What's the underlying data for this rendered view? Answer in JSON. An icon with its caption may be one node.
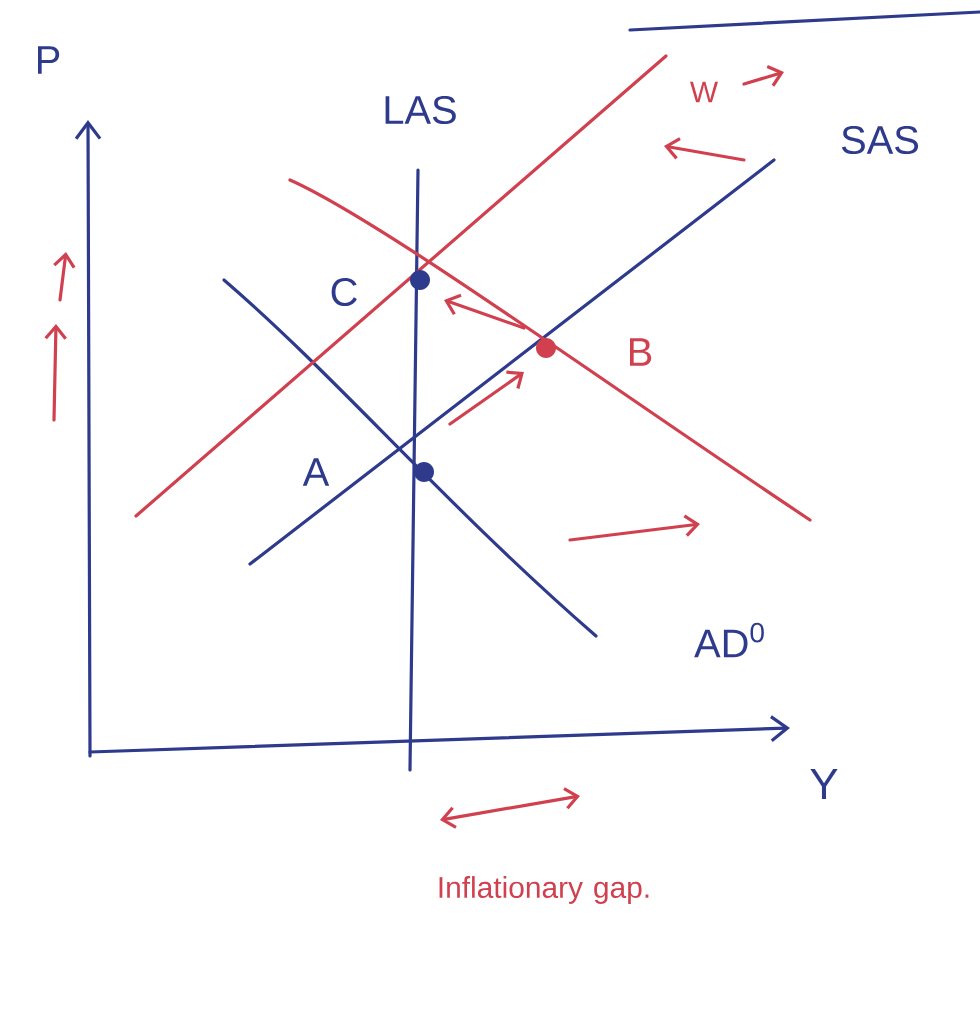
{
  "diagram": {
    "labels": [
      "P",
      "LAS",
      "W",
      "SAS",
      "C",
      "B",
      "A",
      "AD$^{0}$",
      "Y",
      "Inflationary gap."
    ]
  }
}
